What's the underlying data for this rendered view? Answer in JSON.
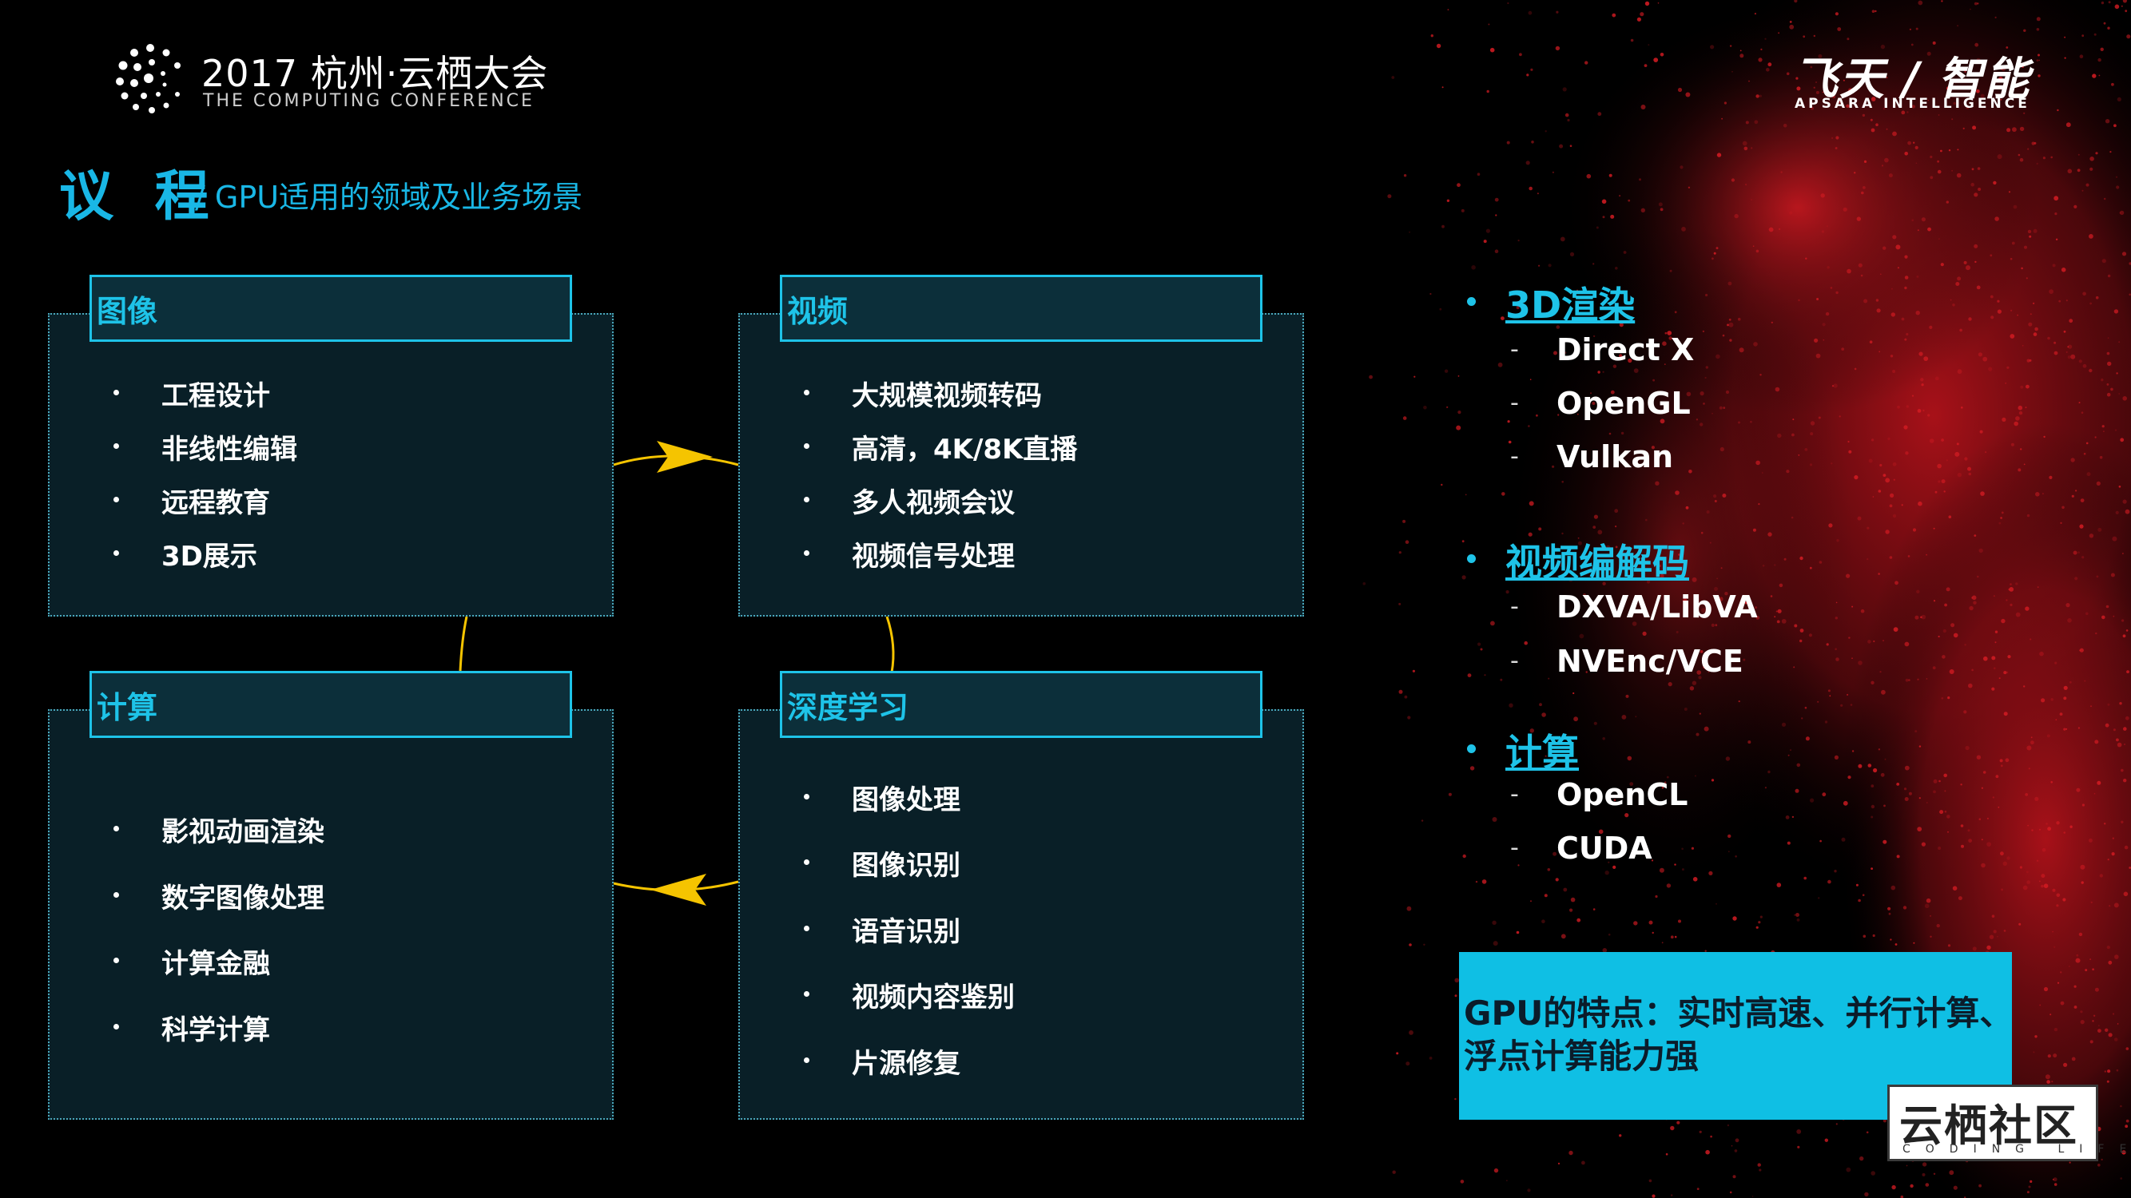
{
  "header": {
    "conference_title": "2017 杭州·云栖大会",
    "conference_subtitle": "THE COMPUTING CONFERENCE",
    "brand_title": "飞天 / 智能",
    "brand_subtitle": "APSARA INTELLIGENCE"
  },
  "agenda": {
    "title": "议 程",
    "subtitle": "/ GPU适用的领域及业务场景"
  },
  "quadrants": {
    "image": {
      "title": "图像",
      "items": [
        "工程设计",
        "非线性编辑",
        "远程教育",
        "3D展示"
      ]
    },
    "video": {
      "title": "视频",
      "items": [
        "大规模视频转码",
        "高清，4K/8K直播",
        "多人视频会议",
        "视频信号处理"
      ]
    },
    "compute": {
      "title": "计算",
      "items": [
        "影视动画渲染",
        "数字图像处理",
        "计算金融",
        "科学计算"
      ]
    },
    "deep_learning": {
      "title": "深度学习",
      "items": [
        "图像处理",
        "图像识别",
        "语音识别",
        "视频内容鉴别",
        "片源修复"
      ]
    }
  },
  "tech": {
    "groups": [
      {
        "title": "3D渲染",
        "items": [
          "Direct X",
          "OpenGL",
          "Vulkan"
        ]
      },
      {
        "title": "视频编解码",
        "items": [
          "DXVA/LibVA",
          "NVEnc/VCE"
        ]
      },
      {
        "title": "计算",
        "items": [
          "OpenCL",
          "CUDA"
        ]
      }
    ]
  },
  "feature": {
    "text": "GPU的特点：实时高速、并行计算、浮点计算能力强"
  },
  "watermark": {
    "cn": "云栖社区",
    "en": "CODING LIFE"
  },
  "colors": {
    "accent": "#1ec3e8",
    "arrow": "#f5c400",
    "card_bg": "#0a222a",
    "particles": "#c4161c"
  }
}
